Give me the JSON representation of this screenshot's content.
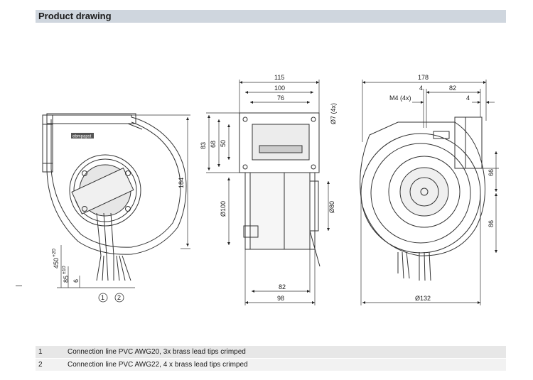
{
  "header": {
    "title": "Product drawing"
  },
  "front_view": {
    "label_logo": "ebmpapst",
    "dims": {
      "height": "184",
      "lead_length": "450",
      "lead_tol": "+20",
      "strip": "85",
      "strip_tol": "±10",
      "tip": "6"
    },
    "callouts": [
      "1",
      "2"
    ]
  },
  "side_view": {
    "dims": {
      "w115": "115",
      "w100": "100",
      "w76": "76",
      "hole": "Ø7 (4x)",
      "h83": "83",
      "h68": "68",
      "h50": "50",
      "d100": "Ø100",
      "d80": "Ø80",
      "w82": "82",
      "w98": "98"
    }
  },
  "rear_view": {
    "dims": {
      "w178": "178",
      "m4": "M4 (4x)",
      "o4a": "4",
      "w82": "82",
      "o4b": "4",
      "h66": "66",
      "h86": "86",
      "d132": "Ø132"
    }
  },
  "notes": [
    {
      "num": "1",
      "text": "Connection line PVC AWG20, 3x brass lead tips crimped"
    },
    {
      "num": "2",
      "text": "Connection line PVC AWG22, 4 x brass lead tips crimped"
    }
  ]
}
